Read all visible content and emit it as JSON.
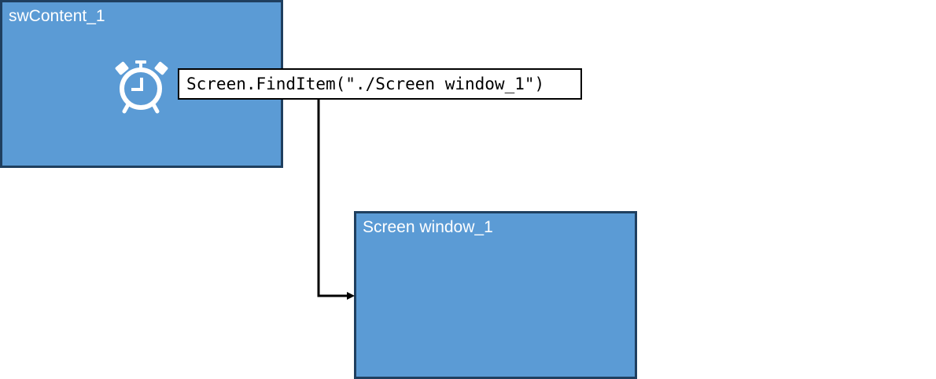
{
  "source_box": {
    "label": "swContent_1",
    "icon": "alarm-clock-icon"
  },
  "target_box": {
    "label": "Screen window_1"
  },
  "connector": {
    "code": "Screen.FindItem(\"./Screen window_1\")"
  },
  "colors": {
    "box_fill": "#5b9bd5",
    "box_border": "#1f3f5f"
  }
}
